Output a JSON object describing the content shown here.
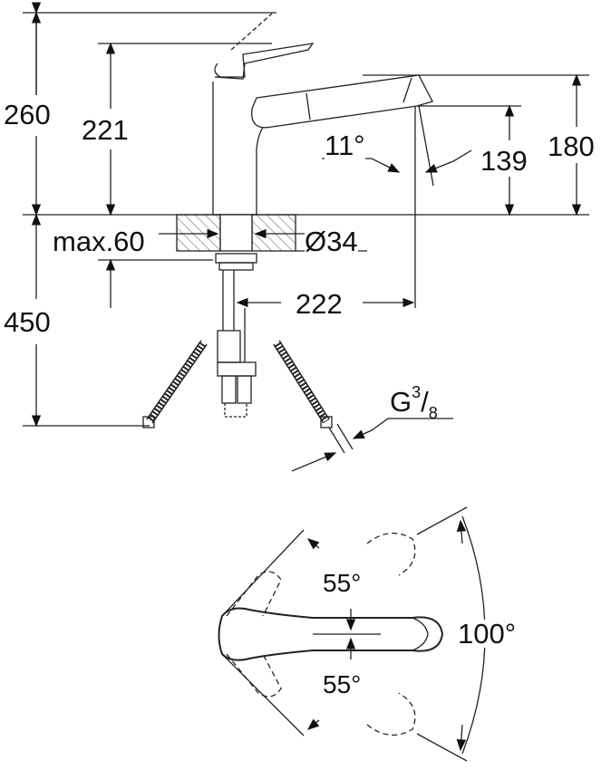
{
  "diagram": {
    "title": "Kitchen faucet dimension drawing",
    "colors": {
      "line": "#222222",
      "background": "#ffffff",
      "hatch": "#555555"
    },
    "side_view": {
      "dimensions": {
        "total_height": "260",
        "lever_height": "221",
        "spout_top_height": "180",
        "spout_outlet_height": "139",
        "spout_angle": "11°",
        "max_deck_thickness": "max.60",
        "hole_diameter": "Ø34",
        "spout_reach": "222",
        "hose_length": "450",
        "connection_thread": {
          "main": "G",
          "num": "3",
          "sep": "/",
          "den": "8"
        }
      }
    },
    "top_view": {
      "dimensions": {
        "swivel_left": "55°",
        "swivel_right": "55°",
        "lever_rotation": "100°"
      }
    }
  }
}
